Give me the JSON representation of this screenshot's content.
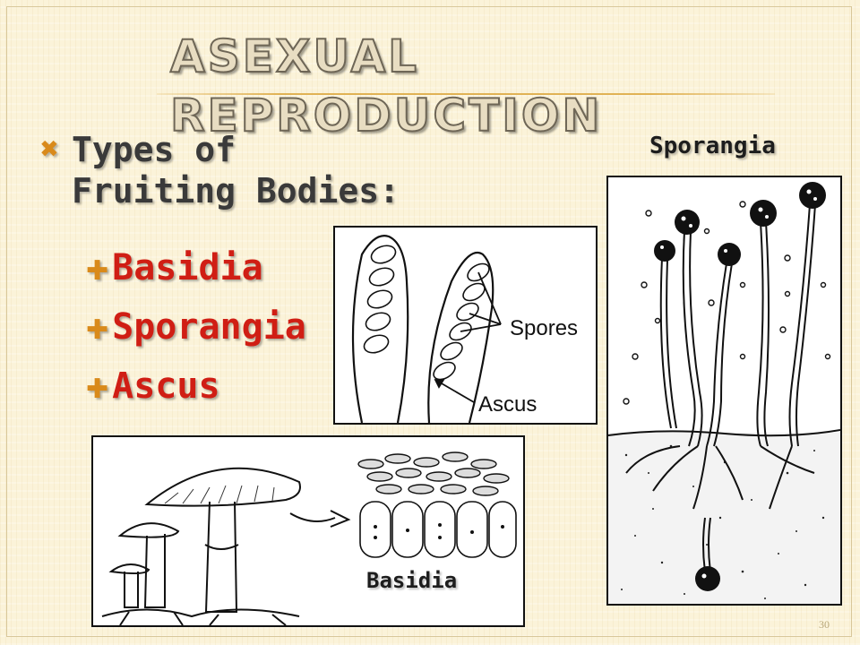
{
  "slide": {
    "title": "Asexual Reproduction",
    "heading": "Types of Fruiting Bodies:",
    "subitems": [
      "Basidia",
      "Sporangia",
      "Ascus"
    ],
    "page_number": "30"
  },
  "figures": {
    "ascus": {
      "spores_label": "Spores",
      "ascus_label": "Ascus"
    },
    "sporangia": {
      "caption": "Sporangia"
    },
    "basidia": {
      "caption": "Basidia"
    }
  }
}
